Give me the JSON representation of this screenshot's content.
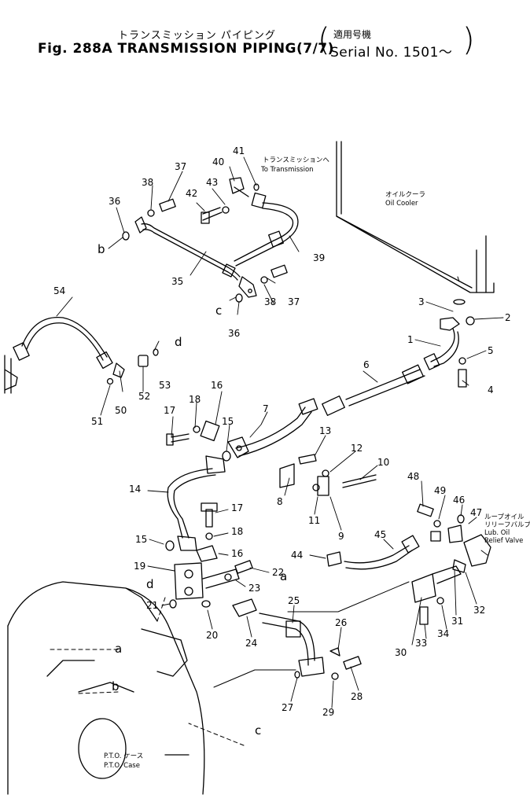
{
  "header": {
    "title_jp": "トランスミッション パイピング",
    "title": "Fig. 288A TRANSMISSION PIPING(7/7)",
    "serial_jp": "適用号機",
    "serial": "Serial No. 1501～"
  },
  "annotations": {
    "to_transmission_jp": "トランスミッションへ",
    "to_transmission": "To Transmission",
    "oil_cooler_jp": "オイルクーラ",
    "oil_cooler": "Oil Cooler",
    "lub_jp_1": "ループオイル",
    "lub_jp_2": "リリーフバルブ",
    "lub_1": "Lub. Oil",
    "lub_2": "Relief Valve",
    "pto_jp": "P.T.O. ケース",
    "pto": "P.T.O. Case"
  },
  "callouts": {
    "n1": "1",
    "n2": "2",
    "n3": "3",
    "n4": "4",
    "n5": "5",
    "n6": "6",
    "n7": "7",
    "n8": "8",
    "n9": "9",
    "n10": "10",
    "n11": "11",
    "n12": "12",
    "n13": "13",
    "n14": "14",
    "n15a": "15",
    "n15b": "15",
    "n16a": "16",
    "n16b": "16",
    "n17a": "17",
    "n17b": "17",
    "n18a": "18",
    "n18b": "18",
    "n19": "19",
    "n20": "20",
    "n21": "21",
    "n22": "22",
    "n23": "23",
    "n24": "24",
    "n25": "25",
    "n26": "26",
    "n27": "27",
    "n28": "28",
    "n29": "29",
    "n30": "30",
    "n31": "31",
    "n32": "32",
    "n33": "33",
    "n34": "34",
    "n35": "35",
    "n36a": "36",
    "n36b": "36",
    "n37a": "37",
    "n37b": "37",
    "n38a": "38",
    "n38b": "38",
    "n39": "39",
    "n40": "40",
    "n41": "41",
    "n42": "42",
    "n43": "43",
    "n44": "44",
    "n45": "45",
    "n46": "46",
    "n47": "47",
    "n48": "48",
    "n49": "49",
    "n50": "50",
    "n51": "51",
    "n52": "52",
    "n53": "53",
    "n54": "54"
  },
  "letters": {
    "b1": "b",
    "c1": "c",
    "d1": "d",
    "a1": "a",
    "d2": "d",
    "a2": "a",
    "b2": "b",
    "c2": "c"
  }
}
